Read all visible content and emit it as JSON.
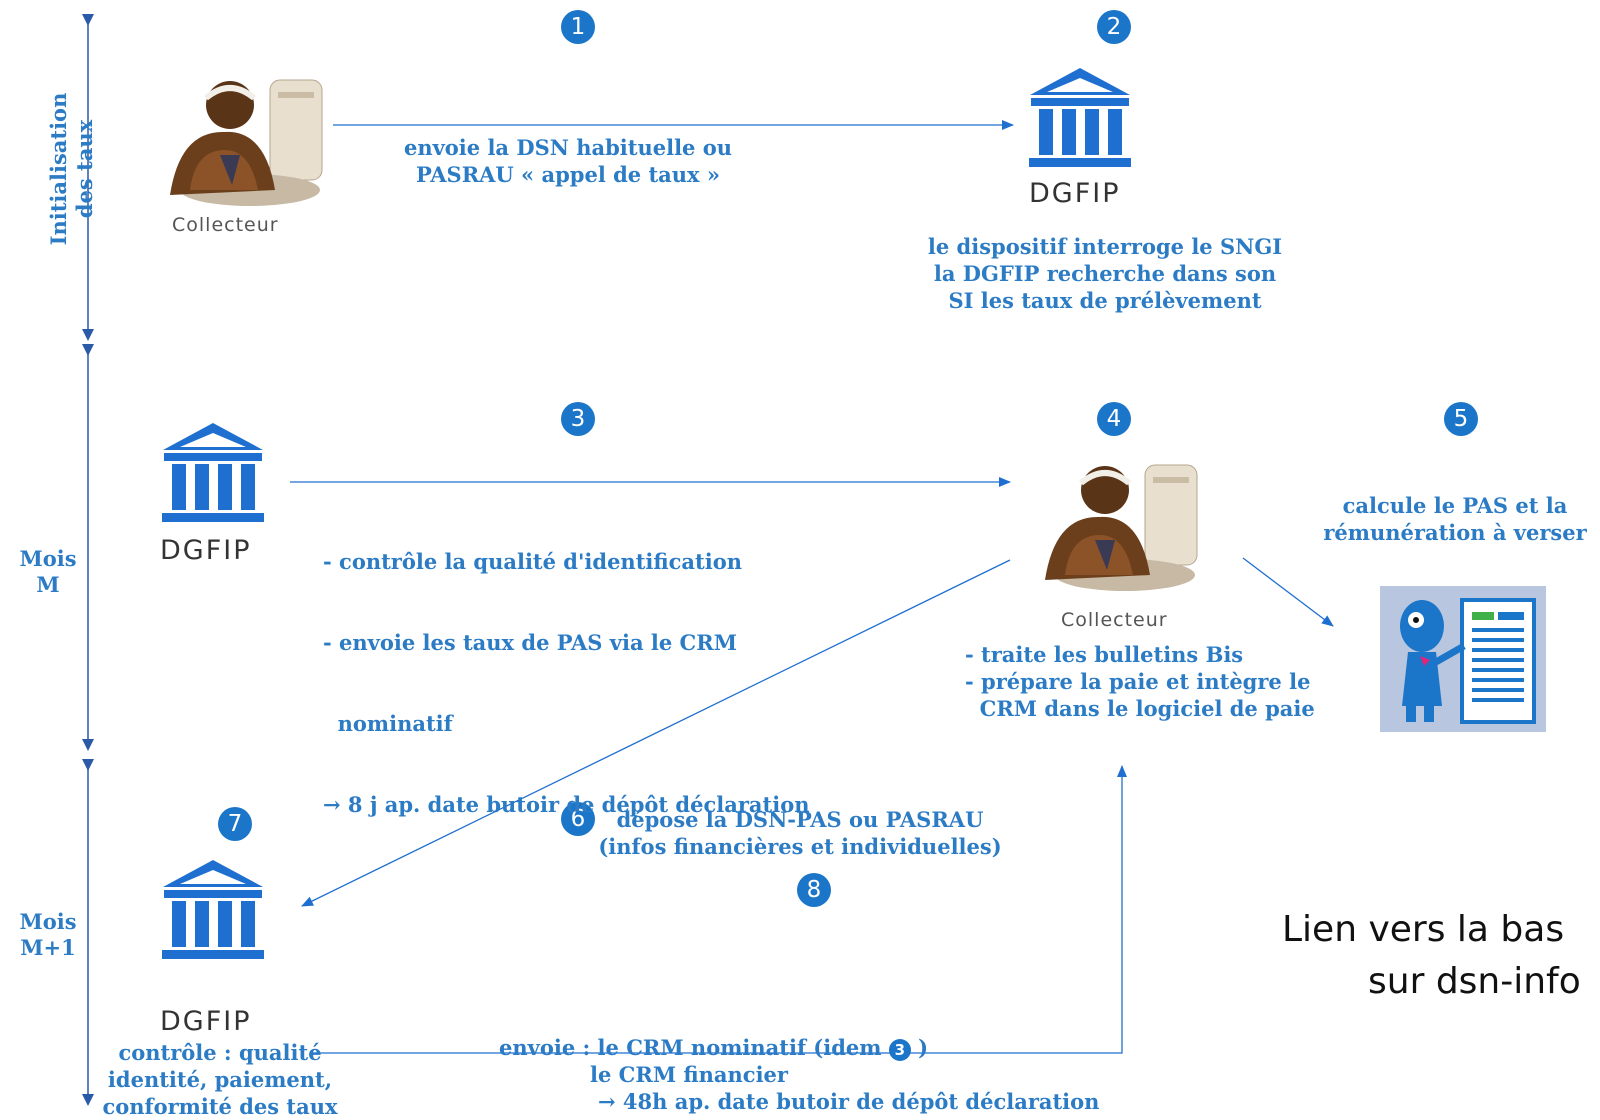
{
  "side_labels": {
    "init": [
      "Initialisation",
      "des taux"
    ],
    "month_m": [
      "Mois",
      "M"
    ],
    "month_m1": [
      "Mois",
      "M+1"
    ]
  },
  "badges": [
    "1",
    "2",
    "3",
    "4",
    "5",
    "6",
    "7",
    "8"
  ],
  "captions": {
    "collecteur": "Collecteur",
    "dgfip": "DGFIP"
  },
  "steps": {
    "s1": [
      "envoie la DSN habituelle ou",
      "PASRAU « appel de taux »"
    ],
    "s2": [
      "le dispositif interroge le SNGI",
      "la DGFIP recherche dans son",
      "SI les taux de prélèvement"
    ],
    "s3": [
      "- contrôle la qualité d'identification",
      "- envoie les taux de PAS via le CRM",
      "  nominatif",
      "→ 8 j ap. date butoir de dépôt déclaration"
    ],
    "s4": [
      "- traite les bulletins Bis",
      "- prépare la paie et intègre le",
      "  CRM dans le logiciel de paie"
    ],
    "s5": [
      "calcule le PAS et la",
      "rémunération à verser"
    ],
    "s6": [
      "dépose la DSN-PAS ou PASRAU",
      "(infos financières et individuelles)"
    ],
    "s7": [
      "contrôle : qualité",
      "identité, paiement,",
      "conformité des taux"
    ],
    "s8": {
      "line1_prefix": "envoie : le CRM nominatif (idem",
      "line1_badge": "3",
      "line1_suffix": ")",
      "line2": "le CRM financier",
      "line3": "→ 48h ap. date butoir de dépôt déclaration"
    }
  },
  "link_text": [
    "Lien vers la bas",
    "sur dsn-info"
  ],
  "colors": {
    "accent": "#2c7bc5",
    "badge": "#1b75c9",
    "arrow": "#1f6fd0"
  }
}
